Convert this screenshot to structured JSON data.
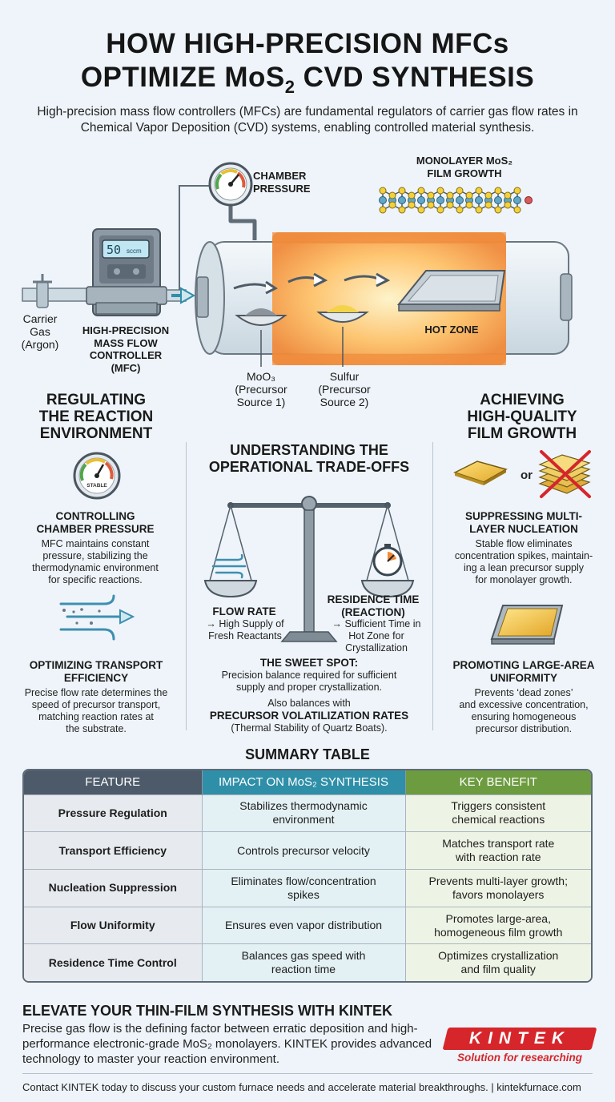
{
  "header": {
    "title_line1": "HOW HIGH-PRECISION MFCs",
    "title_line2_a": "OPTIMIZE MoS",
    "title_line2_sub": "2",
    "title_line2_b": " CVD SYNTHESIS",
    "subtitle": "High-precision mass flow controllers (MFCs) are fundamental regulators of carrier gas flow rates in Chemical Vapor Deposition (CVD) systems, enabling controlled material synthesis."
  },
  "diagram": {
    "chamber_pressure_l1": "CHAMBER",
    "chamber_pressure_l2": "PRESSURE",
    "monolayer_l1": "MONOLAYER MoS₂",
    "monolayer_l2": "FILM GROWTH",
    "mfc_display": "50",
    "mfc_unit": "sccm",
    "carrier_l1": "Carrier",
    "carrier_l2": "Gas",
    "carrier_l3": "(Argon)",
    "mfc_l1": "HIGH-PRECISION",
    "mfc_l2": "MASS FLOW",
    "mfc_l3": "CONTROLLER",
    "mfc_l4": "(MFC)",
    "hot_zone": "HOT ZONE",
    "moo3_l1": "MoO₃",
    "moo3_l2": "(Precursor",
    "moo3_l3": "Source 1)",
    "sulfur_l1": "Sulfur",
    "sulfur_l2": "(Precursor",
    "sulfur_l3": "Source 2)"
  },
  "left": {
    "head_l1": "REGULATING",
    "head_l2": "THE REACTION",
    "head_l3": "ENVIRONMENT",
    "gauge_text": "STABLE",
    "item1_head_l1": "CONTROLLING",
    "item1_head_l2": "CHAMBER PRESSURE",
    "item1_text_l1": "MFC maintains constant",
    "item1_text_l2": "pressure, stabilizing the",
    "item1_text_l3": "thermodynamic environment",
    "item1_text_l4": "for specific reactions.",
    "item2_head_l1": "OPTIMIZING TRANSPORT",
    "item2_head_l2": "EFFICIENCY",
    "item2_text_l1": "Precise flow rate determines the",
    "item2_text_l2": "speed of precursor transport,",
    "item2_text_l3": "matching reaction rates at",
    "item2_text_l4": "the substrate."
  },
  "middle": {
    "head_l1": "UNDERSTANDING THE",
    "head_l2": "OPERATIONAL TRADE-OFFS",
    "flow_head": "FLOW RATE",
    "flow_l1": "→ High Supply of",
    "flow_l2": "Fresh Reactants",
    "res_head_l1": "RESIDENCE TIME",
    "res_head_l2": "(REACTION)",
    "res_l1": "→ Sufficient Time in",
    "res_l2": "Hot Zone for",
    "res_l3": "Crystallization",
    "sweet_head": "THE SWEET SPOT:",
    "sweet_l1": "Precision balance required for sufficient",
    "sweet_l2": "supply and proper crystallization.",
    "also": "Also balances with",
    "volat": "PRECURSOR VOLATILIZATION RATES",
    "thermal": "(Thermal Stability of Quartz Boats)."
  },
  "right": {
    "head_l1": "ACHIEVING",
    "head_l2": "HIGH-QUALITY",
    "head_l3": "FILM GROWTH",
    "or": "or",
    "item1_head_l1": "SUPPRESSING MULTI-",
    "item1_head_l2": "LAYER NUCLEATION",
    "item1_text_l1": "Stable flow eliminates",
    "item1_text_l2": "concentration spikes, maintain-",
    "item1_text_l3": "ing a lean precursor supply",
    "item1_text_l4": "for monolayer growth.",
    "item2_head_l1": "PROMOTING LARGE-AREA",
    "item2_head_l2": "UNIFORMITY",
    "item2_text_l1": "Prevents ‘dead zones’",
    "item2_text_l2": "and excessive concentration,",
    "item2_text_l3": "ensuring homogeneous",
    "item2_text_l4": "precursor distribution."
  },
  "table": {
    "title": "SUMMARY TABLE",
    "headers": [
      "FEATURE",
      "IMPACT ON MoS₂ SYNTHESIS",
      "KEY BENEFIT"
    ],
    "rows": [
      {
        "feature": "Pressure Regulation",
        "impact_l1": "Stabilizes thermodynamic",
        "impact_l2": "environment",
        "benefit_l1": "Triggers consistent",
        "benefit_l2": "chemical reactions"
      },
      {
        "feature": "Transport Efficiency",
        "impact_l1": "Controls precursor velocity",
        "impact_l2": "",
        "benefit_l1": "Matches transport rate",
        "benefit_l2": "with reaction rate"
      },
      {
        "feature": "Nucleation Suppression",
        "impact_l1": "Eliminates flow/concentration",
        "impact_l2": "spikes",
        "benefit_l1": "Prevents multi-layer growth;",
        "benefit_l2": "favors monolayers"
      },
      {
        "feature": "Flow Uniformity",
        "impact_l1": "Ensures even vapor distribution",
        "impact_l2": "",
        "benefit_l1": "Promotes large-area,",
        "benefit_l2": "homogeneous film growth"
      },
      {
        "feature": "Residence Time Control",
        "impact_l1": "Balances gas speed with",
        "impact_l2": "reaction time",
        "benefit_l1": "Optimizes crystallization",
        "benefit_l2": "and film quality"
      }
    ]
  },
  "cta": {
    "head": "ELEVATE YOUR THIN-FILM SYNTHESIS WITH KINTEK",
    "text": "Precise gas flow is the defining factor between erratic deposition and high-performance electronic-grade MoS₂ monolayers. KINTEK provides advanced technology to master your reaction environment.",
    "footer": "Contact KINTEK today to discuss your custom furnace needs and accelerate material breakthroughs.  |  kintekfurnace.com"
  },
  "logo": {
    "word": "KINTEK",
    "tagline": "Solution for researching"
  },
  "colors": {
    "hot_zone": "#f2a44a",
    "mfc_blue": "#2f8fa8",
    "benefit_green": "#6d9b3f",
    "brand_red": "#d6262b"
  }
}
